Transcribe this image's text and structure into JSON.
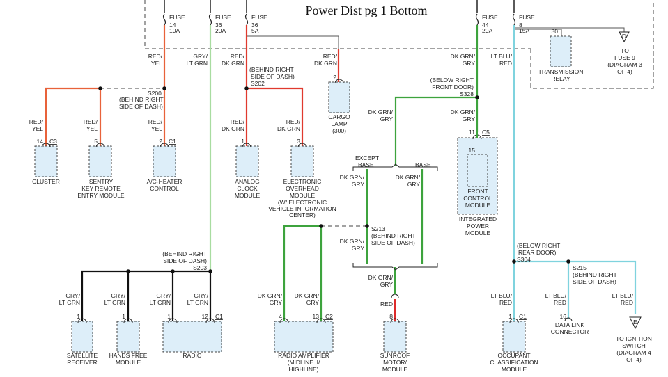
{
  "title": "Power Dist pg 1 Bottom",
  "colors": {
    "red_yel": "#e8623a",
    "gry_lt_grn": "#a8dca0",
    "red_dk_grn": "#e03a2e",
    "dk_grn_gry": "#3da33d",
    "lt_blu_red": "#7fd3de",
    "red": "#dd2a2a",
    "black": "#111111",
    "gray": "#555555",
    "connector_fill": "#ddeef9"
  },
  "fuses": [
    {
      "label": "FUSE",
      "number": "14",
      "rating": "10A"
    },
    {
      "label": "FUSE",
      "number": "36",
      "rating": "20A"
    },
    {
      "label": "FUSE",
      "number": "36",
      "rating": "5A"
    },
    {
      "label": "FUSE",
      "number": "44",
      "rating": "20A"
    },
    {
      "label": "FUSE",
      "number": "8",
      "rating": "15A"
    }
  ],
  "wire_labels": {
    "red_yel": [
      "RED/",
      "YEL"
    ],
    "gry_lt_grn": [
      "GRY/",
      "LT GRN"
    ],
    "red_dk_grn": [
      "RED/",
      "DK GRN"
    ],
    "dk_grn_gry": [
      "DK GRN/",
      "GRY"
    ],
    "lt_blu_red": [
      "LT BLU/",
      "RED"
    ],
    "red": "RED"
  },
  "splices": {
    "s200": {
      "id": "S200",
      "location": [
        "(BEHIND RIGHT",
        "SIDE OF DASH)"
      ]
    },
    "s202": {
      "id": "S202",
      "location": [
        "(BEHIND RIGHT",
        "SIDE OF DASH)"
      ]
    },
    "s328": {
      "id": "S328",
      "location": [
        "(BELOW RIGHT",
        "FRONT DOOR)"
      ]
    },
    "s203": {
      "id": "S203",
      "location": [
        "(BEHIND RIGHT",
        "SIDE OF DASH)"
      ]
    },
    "s213": {
      "id": "S213",
      "location": [
        "(BEHIND RIGHT",
        "SIDE OF DASH)"
      ]
    },
    "s304": {
      "id": "S304",
      "location": [
        "(BELOW RIGHT",
        "REAR DOOR)"
      ]
    },
    "s215": {
      "id": "S215",
      "location": [
        "(BEHIND RIGHT",
        "SIDE OF DASH)"
      ]
    }
  },
  "variants": {
    "except_base": [
      "EXCEPT",
      "BASE"
    ],
    "base": "BASE"
  },
  "components": {
    "cluster": {
      "pin": "14",
      "conn": "C3",
      "name": [
        "CLUSTER"
      ]
    },
    "sentry": {
      "pin": "5",
      "name": [
        "SENTRY",
        "KEY REMOTE",
        "ENTRY MODULE"
      ]
    },
    "ac_heater": {
      "pin": "2",
      "conn": "C1",
      "name": [
        "A/C-HEATER",
        "CONTROL"
      ]
    },
    "analog_clock": {
      "pin": "1",
      "name": [
        "ANALOG",
        "CLOCK",
        "MODULE"
      ]
    },
    "overhead": {
      "pin": "3",
      "name": [
        "ELECTRONIC",
        "OVERHEAD",
        "MODULE",
        "(W/ ELECTRONIC",
        "VEHICLE INFORMATION",
        "CENTER)"
      ]
    },
    "cargo_lamp": {
      "pin": "2",
      "name": [
        "CARGO",
        "LAMP",
        "(300)"
      ]
    },
    "front_control": {
      "pin_top": "11",
      "conn": "C5",
      "pin_inner": "15",
      "name": [
        "FRONT",
        "CONTROL",
        "MODULE"
      ],
      "outer_name": [
        "INTEGRATED",
        "POWER",
        "MODULE"
      ]
    },
    "trans_relay": {
      "pin": "30",
      "name": [
        "TRANSMISSION",
        "RELAY"
      ]
    },
    "to_fuse9": {
      "letter": "D",
      "name": [
        "TO",
        "FUSE 9",
        "(DIAGRAM 3",
        "OF 4)"
      ]
    },
    "satellite": {
      "pin": "1",
      "name": [
        "SATELLITE",
        "RECEIVER"
      ]
    },
    "hands_free": {
      "pin": "1",
      "name": [
        "HANDS FREE",
        "MODULE"
      ]
    },
    "radio": {
      "pin_a": "1",
      "pin_b": "12",
      "conn": "C1",
      "name": [
        "RADIO"
      ]
    },
    "amplifier": {
      "pin_a": "4",
      "pin_b": "13",
      "conn": "C2",
      "name": [
        "RADIO AMPLIFIER",
        "(MIDLINE II/",
        "HIGHLINE)"
      ]
    },
    "sunroof": {
      "pin": "8",
      "name": [
        "SUNROOF",
        "MOTOR/",
        "MODULE"
      ]
    },
    "occupant": {
      "pin": "1",
      "conn": "C1",
      "name": [
        "OCCUPANT",
        "CLASSIFICATION",
        "MODULE"
      ]
    },
    "data_link": {
      "pin": "16",
      "name": [
        "DATA LINK",
        "CONNECTOR"
      ]
    },
    "to_ignition": {
      "letter": "E",
      "name": [
        "TO IGNITION",
        "SWITCH",
        "(DIAGRAM 4",
        "OF 4)"
      ]
    }
  }
}
